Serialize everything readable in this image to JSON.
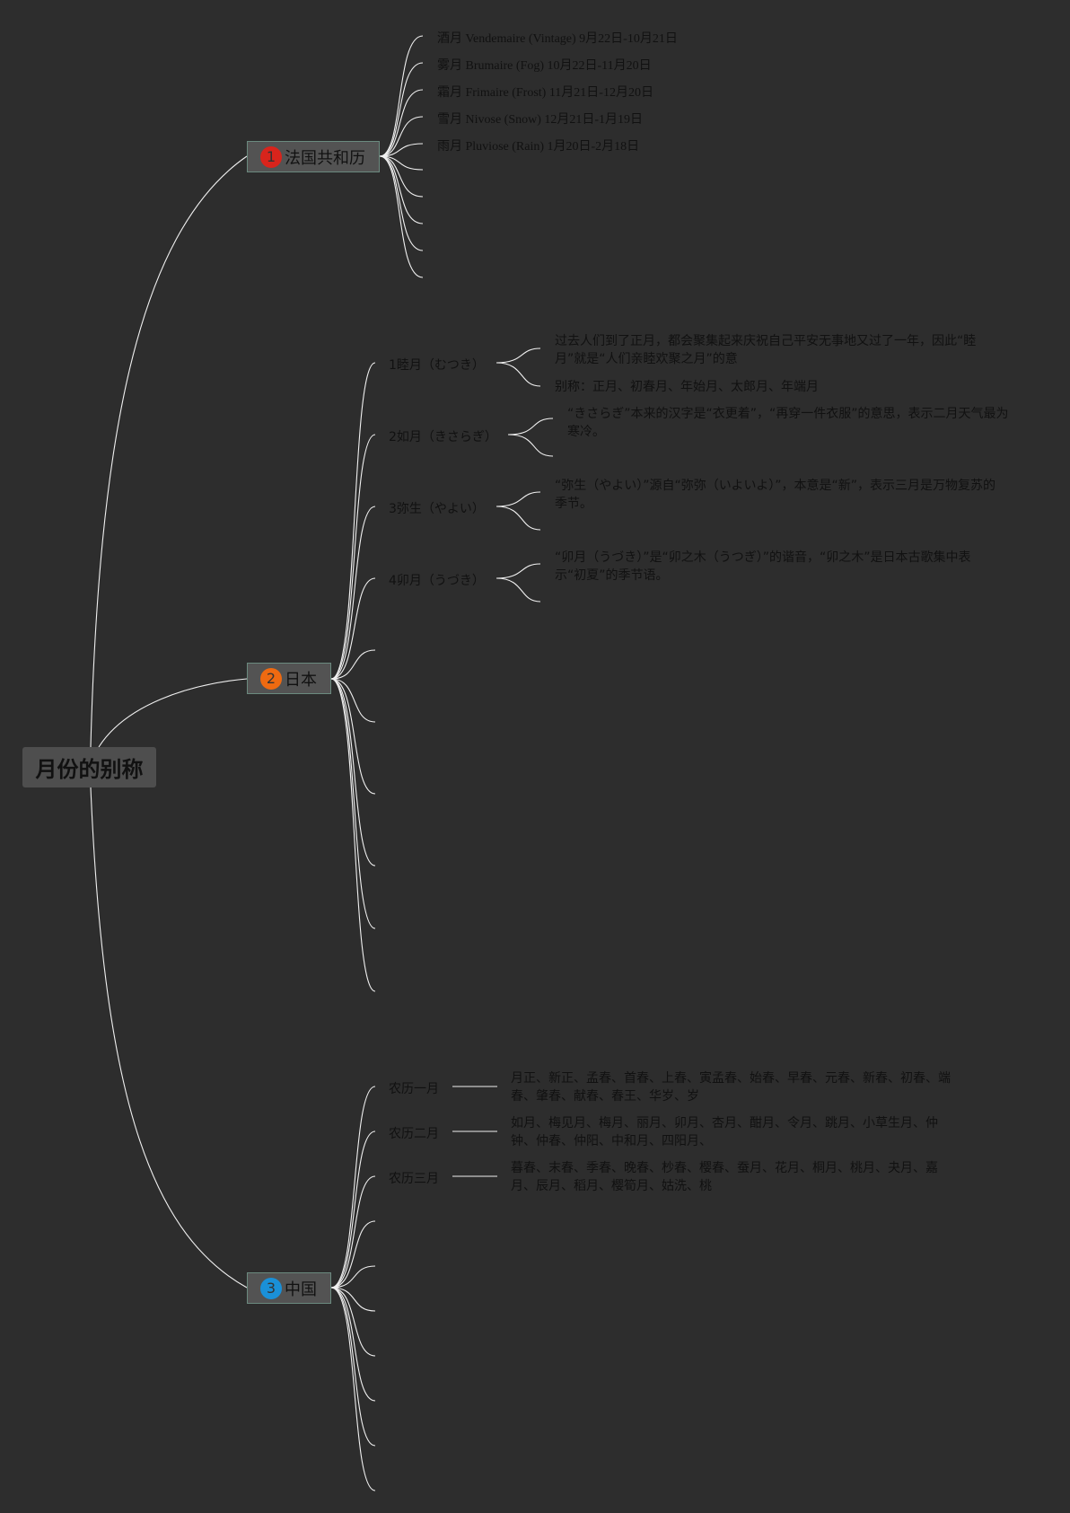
{
  "root": {
    "label": "月份的别称"
  },
  "colors": {
    "background": "#2d2d2d",
    "badge1": "#d8241c",
    "badge2": "#ee6a11",
    "badge3": "#1a90d8"
  },
  "french": {
    "label": "法国共和历",
    "badge": "1",
    "months": [
      "酒月 Vendemaire (Vintage) 9月22日-10月21日",
      "雾月 Brumaire (Fog) 10月22日-11月20日",
      "霜月 Frimaire (Frost) 11月21日-12月20日",
      "雪月 Nivose (Snow) 12月21日-1月19日",
      "雨月 Pluviose (Rain) 1月20日-2月18日"
    ]
  },
  "japan": {
    "label": "日本",
    "badge": "2",
    "months": [
      {
        "name": "1睦月（むつき）",
        "notes": [
          "过去人们到了正月，都会聚集起来庆祝自己平安无事地又过了一年，因此“睦月”就是“人们亲睦欢聚之月”的意",
          "别称：正月、初春月、年始月、太郎月、年端月"
        ]
      },
      {
        "name": "2如月（きさらぎ）",
        "notes": [
          "“きさらぎ”本来的汉字是“衣更着”，“再穿一件衣服”的意思，表示二月天气最为寒冷。"
        ]
      },
      {
        "name": "3弥生（やよい）",
        "notes": [
          "“弥生（やよい）”源自“弥弥（いよいよ）”，本意是“新”，表示三月是万物复苏的季节。"
        ]
      },
      {
        "name": "4卯月（うづき）",
        "notes": [
          "“卯月（うづき）”是“卯之木（うつぎ）”的谐音，“卯之木”是日本古歌集中表示“初夏”的季节语。"
        ]
      }
    ]
  },
  "china": {
    "label": "中国",
    "badge": "3",
    "months": [
      {
        "name": "农历一月",
        "aliases": "月正、新正、孟春、首春、上春、寅孟春、始春、早春、元春、新春、初春、端春、肇春、献春、春王、华岁、岁"
      },
      {
        "name": "农历二月",
        "aliases": "如月、梅见月、梅月、丽月、卯月、杏月、酣月、令月、跳月、小草生月、仲钟、仲春、仲阳、中和月、四阳月、"
      },
      {
        "name": "农历三月",
        "aliases": "暮春、末春、季春、晚春、杪春、樱春、蚕月、花月、桐月、桃月、夬月、嘉月、辰月、稻月、樱筍月、姑洗、桃"
      }
    ]
  }
}
